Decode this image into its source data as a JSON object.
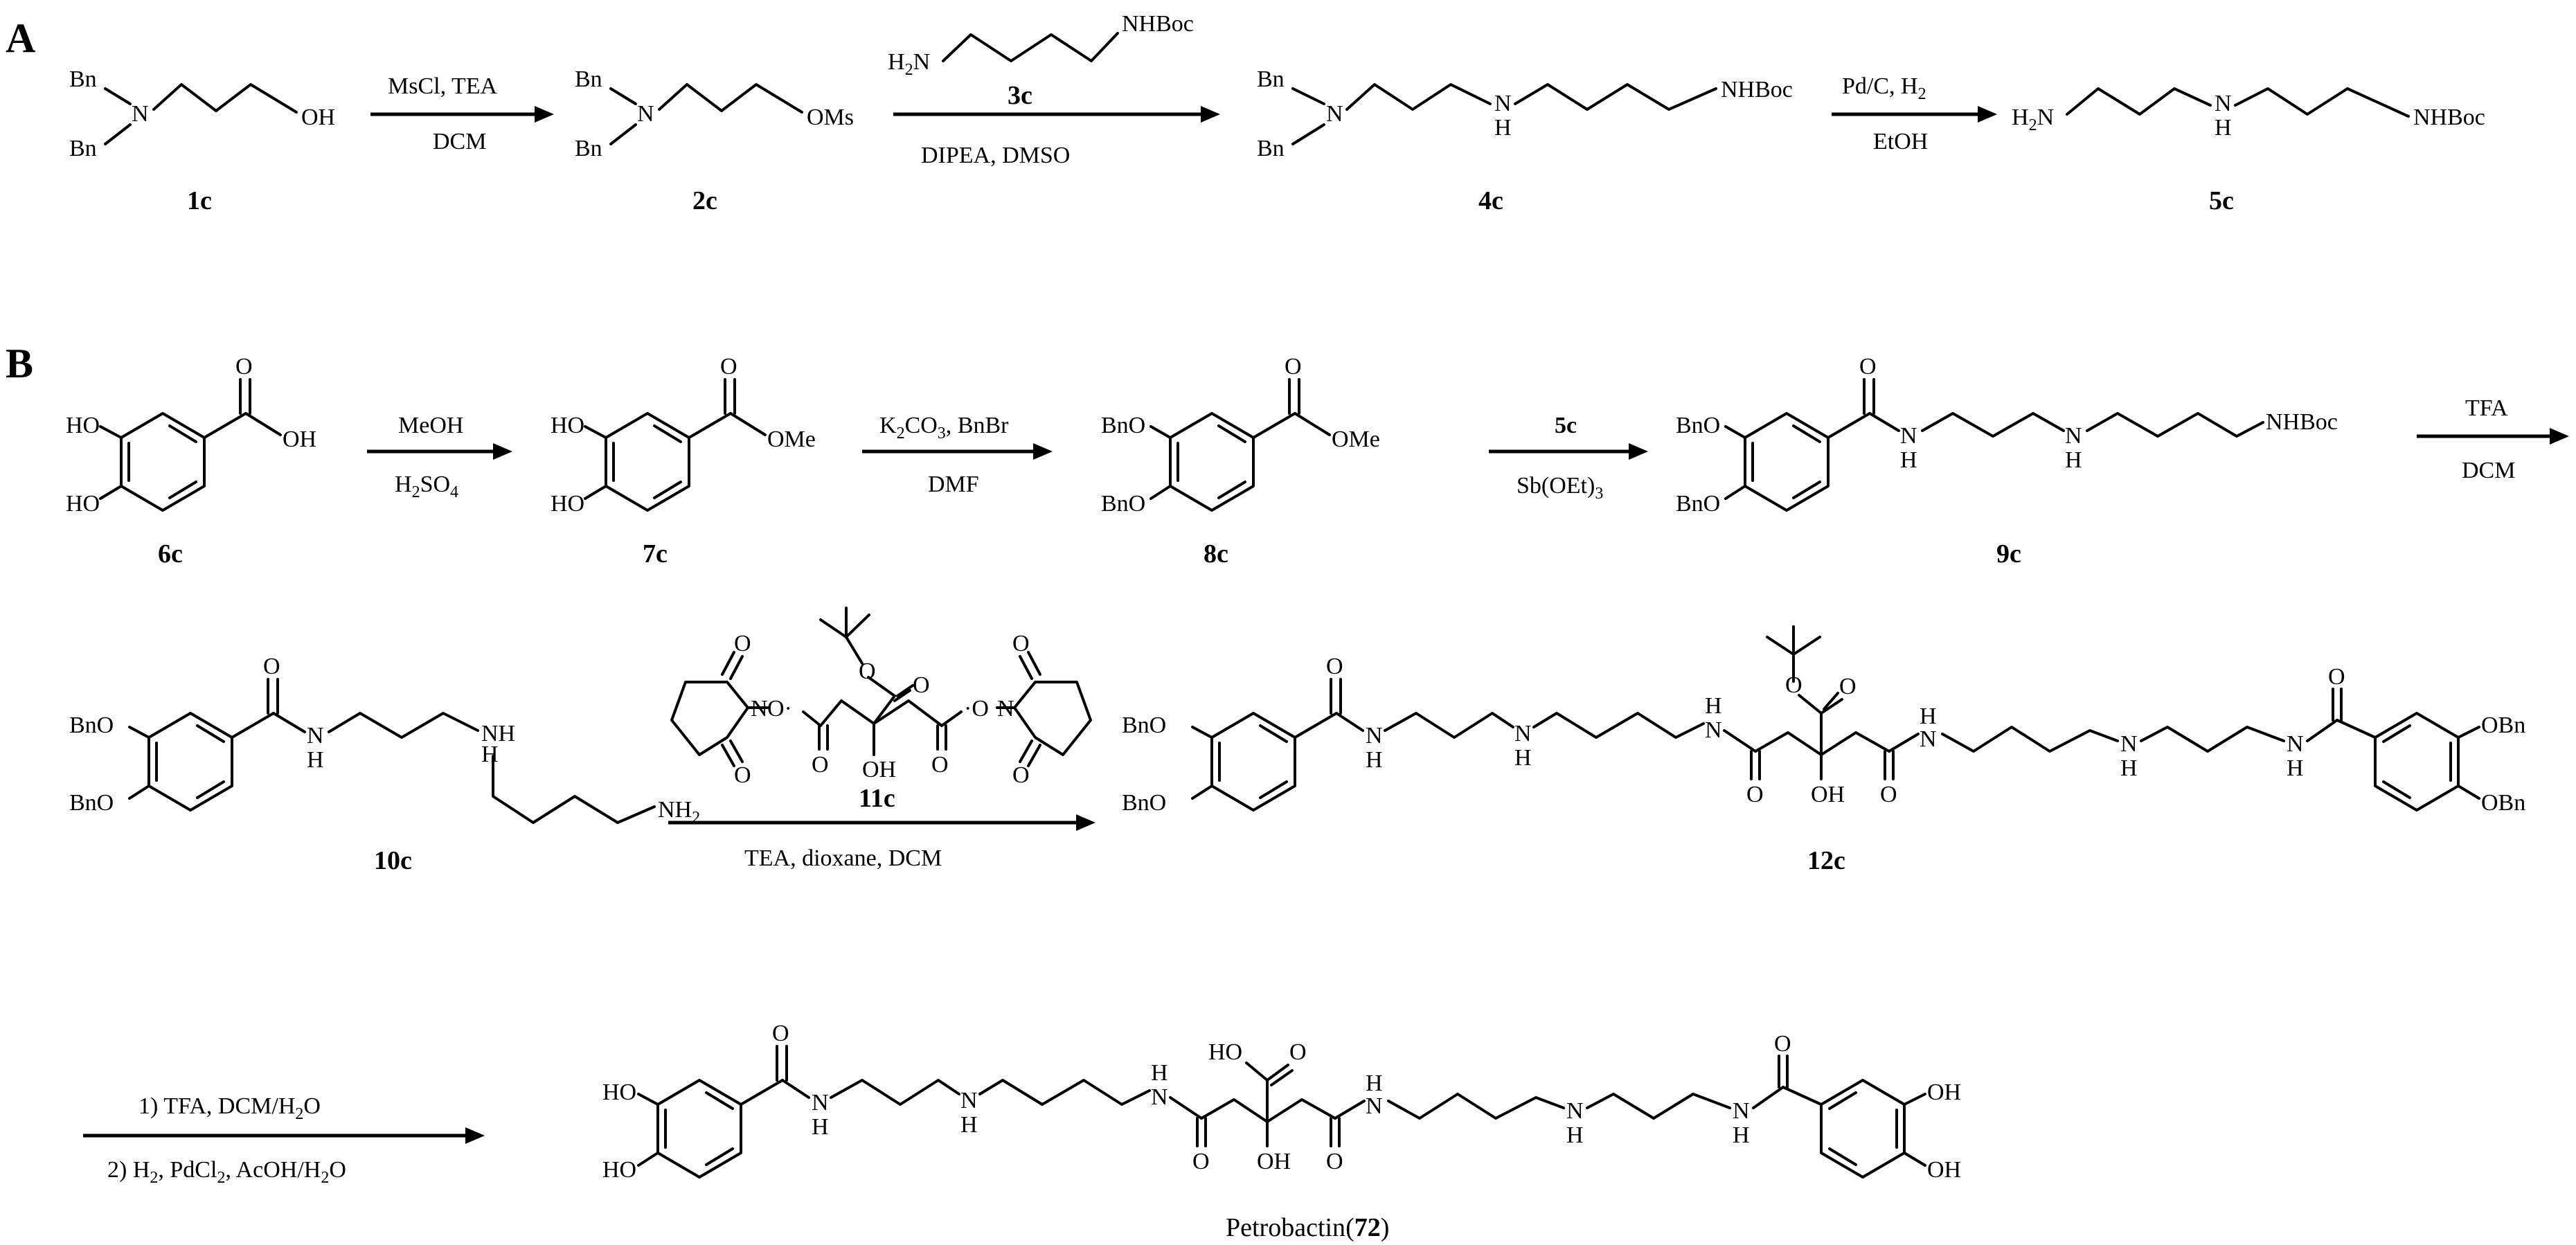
{
  "panels": {
    "a": "A",
    "b": "B"
  },
  "compounds": {
    "c1": "1c",
    "c2": "2c",
    "c3": "3c",
    "c4": "4c",
    "c5": "5c",
    "c6": "6c",
    "c7": "7c",
    "c8": "8c",
    "c9": "9c",
    "c10": "10c",
    "c11": "11c",
    "c12": "12c",
    "final_name": "Petrobactin",
    "final_num": "72"
  },
  "atoms": {
    "bn": "Bn",
    "n": "N",
    "oh": "OH",
    "oms": "OMs",
    "h2n": "H",
    "h2n_sub": "2",
    "h2n_n": "N",
    "nhboc": "NHBoc",
    "h": "H",
    "nh": "NH",
    "ho": "HO",
    "o": "O",
    "ome": "OMe",
    "bno": "BnO",
    "obn": "OBn",
    "nh2": "NH",
    "nh2_sub": "2",
    "o_dot": "O·",
    "dot_o": "·O"
  },
  "conditions": {
    "r1_top": "MsCl, TEA",
    "r1_bot": "DCM",
    "r2_bot": "DIPEA, DMSO",
    "r3_top_a": "Pd/C, H",
    "r3_top_sub": "2",
    "r3_bot": "EtOH",
    "r4_top": "MeOH",
    "r4_bot_a": "H",
    "r4_bot_sub1": "2",
    "r4_bot_b": "SO",
    "r4_bot_sub2": "4",
    "r5_top_a": "K",
    "r5_top_sub1": "2",
    "r5_top_b": "CO",
    "r5_top_sub2": "3",
    "r5_top_c": ", BnBr",
    "r5_bot": "DMF",
    "r6_top": "5c",
    "r6_bot_a": "Sb(OEt)",
    "r6_bot_sub": "3",
    "r7_top": "TFA",
    "r7_bot": "DCM",
    "r8_bot": "TEA, dioxane, DCM",
    "r9_top_a": "1)  TFA, DCM/H",
    "r9_top_sub": "2",
    "r9_top_b": "O",
    "r9_bot_a": "2)  H",
    "r9_bot_sub1": "2",
    "r9_bot_b": ", PdCl",
    "r9_bot_sub2": "2",
    "r9_bot_c": ", AcOH/H",
    "r9_bot_sub3": "2",
    "r9_bot_d": "O"
  }
}
